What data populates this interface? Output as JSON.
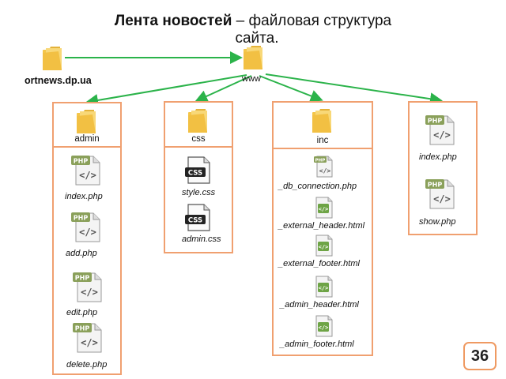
{
  "title": {
    "bold": "Лента новостей",
    "rest": " – файловая структура",
    "line2": "сайта."
  },
  "root_label": "ortnews.dp.ua",
  "www_label": "www",
  "folders": {
    "admin": "admin",
    "css": "css",
    "inc": "inc"
  },
  "admin_files": [
    "index.php",
    "add.php",
    "edit.php",
    "delete.php"
  ],
  "css_files": [
    "style.css",
    "admin.css"
  ],
  "inc_files": [
    "_db_connection.php",
    "_external_header.html",
    "_external_footer.html",
    "_admin_header.html",
    "_admin_footer.html"
  ],
  "www_files": [
    "index.php",
    "show.php"
  ],
  "icons": {
    "php_badge": "PHP",
    "css_badge": "CSS",
    "code_glyph": "</>"
  },
  "colors": {
    "arrow": "#2bb34a",
    "box_border": "#f0a070",
    "folder": "#f4c64a",
    "php_badge": "#8aa05a",
    "css_badge": "#222222"
  },
  "page_number": "36"
}
